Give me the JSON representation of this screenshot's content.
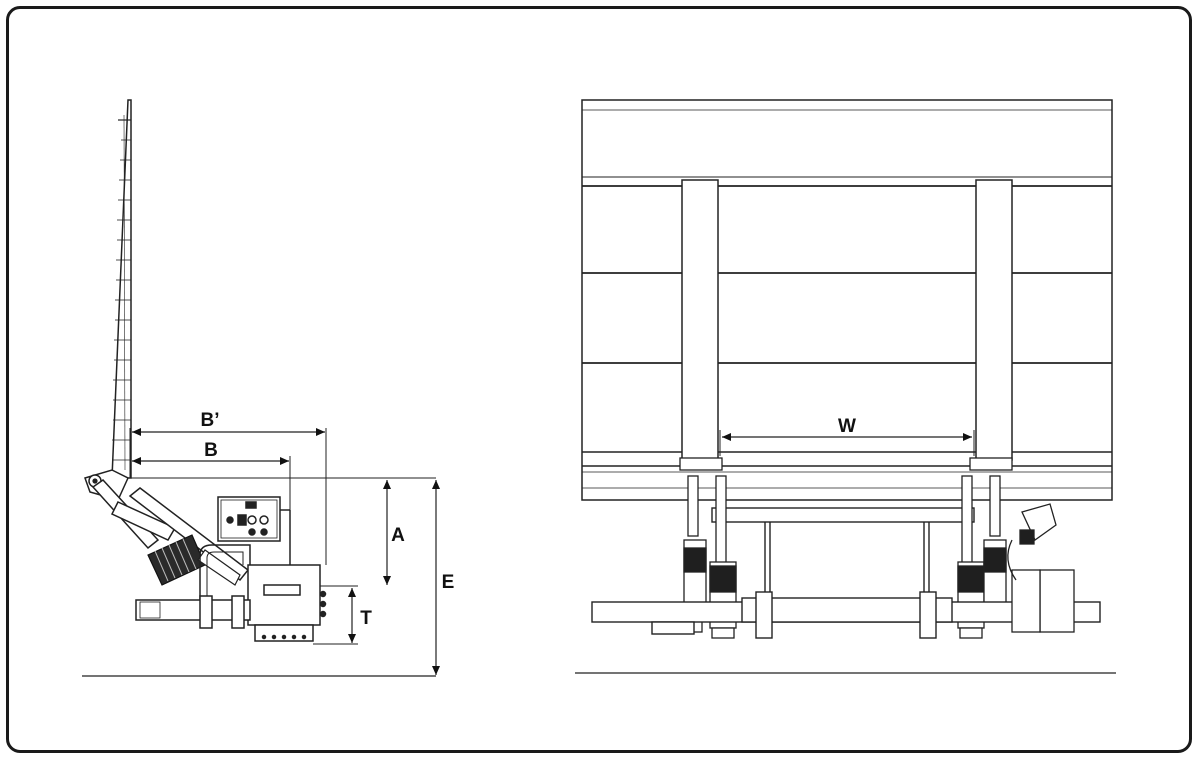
{
  "side_view": {
    "labels": {
      "b_prime": "B’",
      "b": "B",
      "a": "A",
      "e": "E",
      "t": "T"
    }
  },
  "rear_view": {
    "labels": {
      "w": "W"
    }
  }
}
